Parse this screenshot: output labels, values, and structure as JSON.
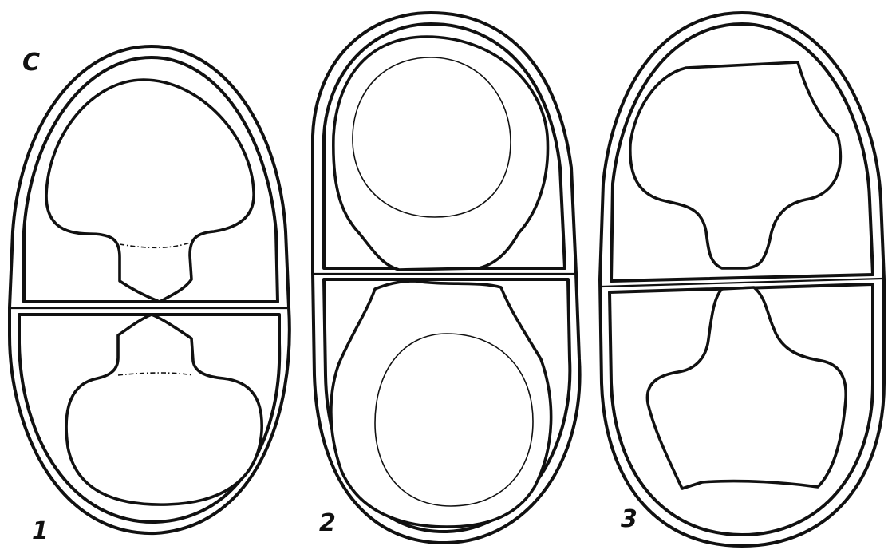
{
  "figure": {
    "panel_label": "C",
    "cells": [
      {
        "label": "1"
      },
      {
        "label": "2"
      },
      {
        "label": "3"
      }
    ]
  }
}
